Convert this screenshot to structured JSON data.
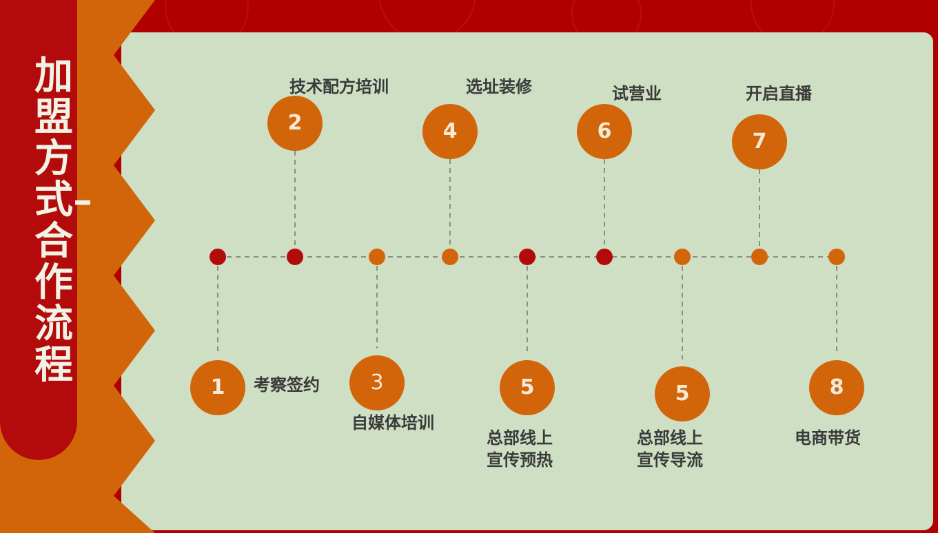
{
  "title": "加盟方式–合作流程",
  "colors": {
    "background": "#b00000",
    "panel": "#cfdfc4",
    "accent_orange": "#d2640a",
    "accent_red": "#b30b0b",
    "dash": "#8a8f80",
    "text": "#3a3a3a"
  },
  "steps": [
    {
      "number": "1",
      "label": "考察签约"
    },
    {
      "number": "2",
      "label": "技术配方培训"
    },
    {
      "number": "3",
      "label": "自媒体培训"
    },
    {
      "number": "4",
      "label": "选址装修"
    },
    {
      "number": "5",
      "label": "总部线上宣传预热"
    },
    {
      "number": "6",
      "label": "试营业"
    },
    {
      "number": "5",
      "label": "总部线上宣传导流"
    },
    {
      "number": "7",
      "label": "开启直播"
    },
    {
      "number": "8",
      "label": "电商带货"
    }
  ]
}
